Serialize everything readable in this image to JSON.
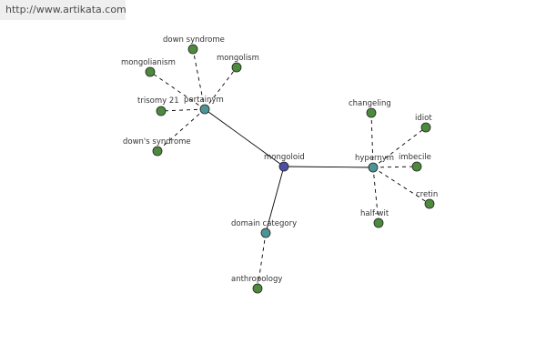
{
  "header": {
    "url": "http://www.artikata.com"
  },
  "colors": {
    "root": "#4b4fa3",
    "hub": "#4e9494",
    "leaf": "#4e8a3e",
    "edge": "#000000",
    "text": "#333333",
    "banner_bg": "#efefef"
  },
  "graph": {
    "nodes": [
      {
        "id": "mongoloid",
        "label": "mongoloid",
        "kind": "root"
      },
      {
        "id": "pertainym",
        "label": "pertainym",
        "kind": "hub"
      },
      {
        "id": "hypernym",
        "label": "hypernym",
        "kind": "hub"
      },
      {
        "id": "domain_category",
        "label": "domain category",
        "kind": "hub"
      },
      {
        "id": "down_syndrome",
        "label": "down syndrome",
        "kind": "leaf"
      },
      {
        "id": "mongolism",
        "label": "mongolism",
        "kind": "leaf"
      },
      {
        "id": "mongolianism",
        "label": "mongolianism",
        "kind": "leaf"
      },
      {
        "id": "trisomy_21",
        "label": "trisomy 21",
        "kind": "leaf"
      },
      {
        "id": "downs_syndrome",
        "label": "down's syndrome",
        "kind": "leaf"
      },
      {
        "id": "changeling",
        "label": "changeling",
        "kind": "leaf"
      },
      {
        "id": "idiot",
        "label": "idiot",
        "kind": "leaf"
      },
      {
        "id": "imbecile",
        "label": "imbecile",
        "kind": "leaf"
      },
      {
        "id": "cretin",
        "label": "cretin",
        "kind": "leaf"
      },
      {
        "id": "half_wit",
        "label": "half-wit",
        "kind": "leaf"
      },
      {
        "id": "anthropology",
        "label": "anthropology",
        "kind": "leaf"
      }
    ],
    "edges": [
      {
        "from": "mongoloid",
        "to": "pertainym",
        "style": "solid"
      },
      {
        "from": "mongoloid",
        "to": "hypernym",
        "style": "solid"
      },
      {
        "from": "mongoloid",
        "to": "domain_category",
        "style": "solid"
      },
      {
        "from": "pertainym",
        "to": "down_syndrome",
        "style": "dashed"
      },
      {
        "from": "pertainym",
        "to": "mongolism",
        "style": "dashed"
      },
      {
        "from": "pertainym",
        "to": "mongolianism",
        "style": "dashed"
      },
      {
        "from": "pertainym",
        "to": "trisomy_21",
        "style": "dashed"
      },
      {
        "from": "pertainym",
        "to": "downs_syndrome",
        "style": "dashed"
      },
      {
        "from": "hypernym",
        "to": "changeling",
        "style": "dashed"
      },
      {
        "from": "hypernym",
        "to": "idiot",
        "style": "dashed"
      },
      {
        "from": "hypernym",
        "to": "imbecile",
        "style": "dashed"
      },
      {
        "from": "hypernym",
        "to": "cretin",
        "style": "dashed"
      },
      {
        "from": "hypernym",
        "to": "half_wit",
        "style": "dashed"
      },
      {
        "from": "domain_category",
        "to": "anthropology",
        "style": "dashed"
      }
    ]
  }
}
